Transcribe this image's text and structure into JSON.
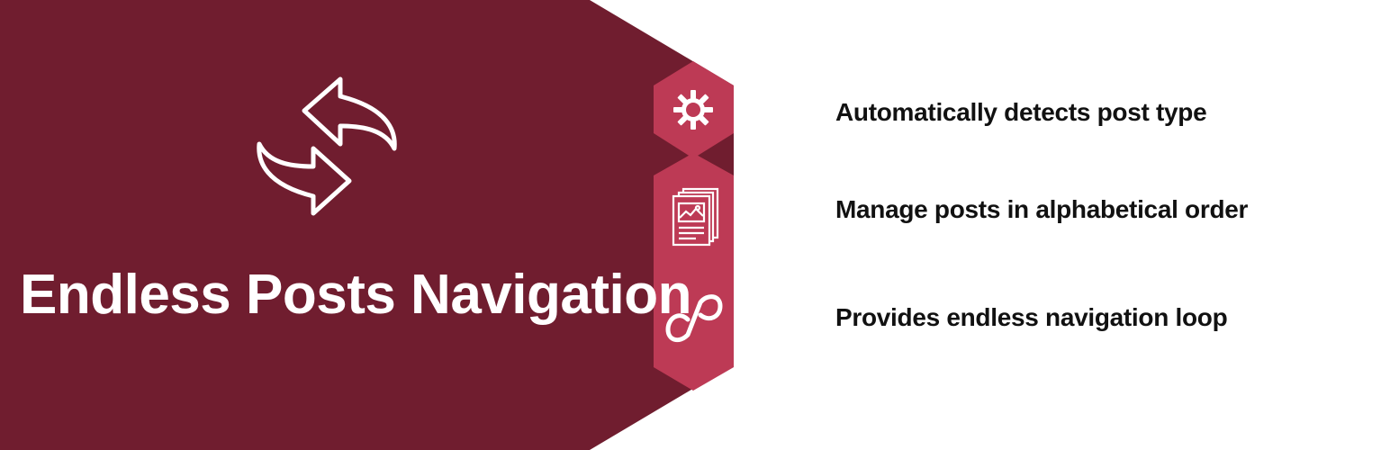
{
  "plugin": {
    "title": "Endless Posts Navigation",
    "colors": {
      "dark": "#701d2f",
      "accent": "#bd3a55",
      "text": "#111111",
      "icon": "#ffffff"
    }
  },
  "features": [
    {
      "label": "Automatically detects post type",
      "icon": "gear-icon"
    },
    {
      "label": "Manage posts in alphabetical order",
      "icon": "posts-documents-icon"
    },
    {
      "label": "Provides endless navigation loop",
      "icon": "infinity-icon"
    }
  ],
  "logo_icon": "swap-arrows-icon"
}
